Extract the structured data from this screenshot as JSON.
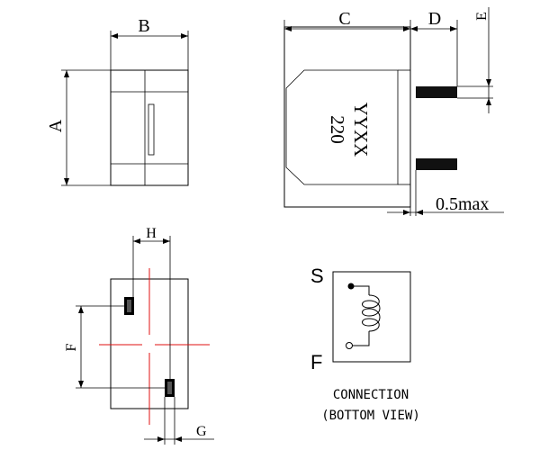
{
  "dimensions": {
    "a": "A",
    "b": "B",
    "c": "C",
    "d": "D",
    "e": "E",
    "f": "F",
    "g": "G",
    "h": "H",
    "max_lead": "0.5max"
  },
  "marking": {
    "line1": "220",
    "line2": "YYXX"
  },
  "connection": {
    "start_pin": "S",
    "finish_pin": "F",
    "caption_line1": "CONNECTION",
    "caption_line2": "(BOTTOM VIEW)"
  },
  "colors": {
    "lines": "#000000",
    "center_lines": "#e01010"
  }
}
